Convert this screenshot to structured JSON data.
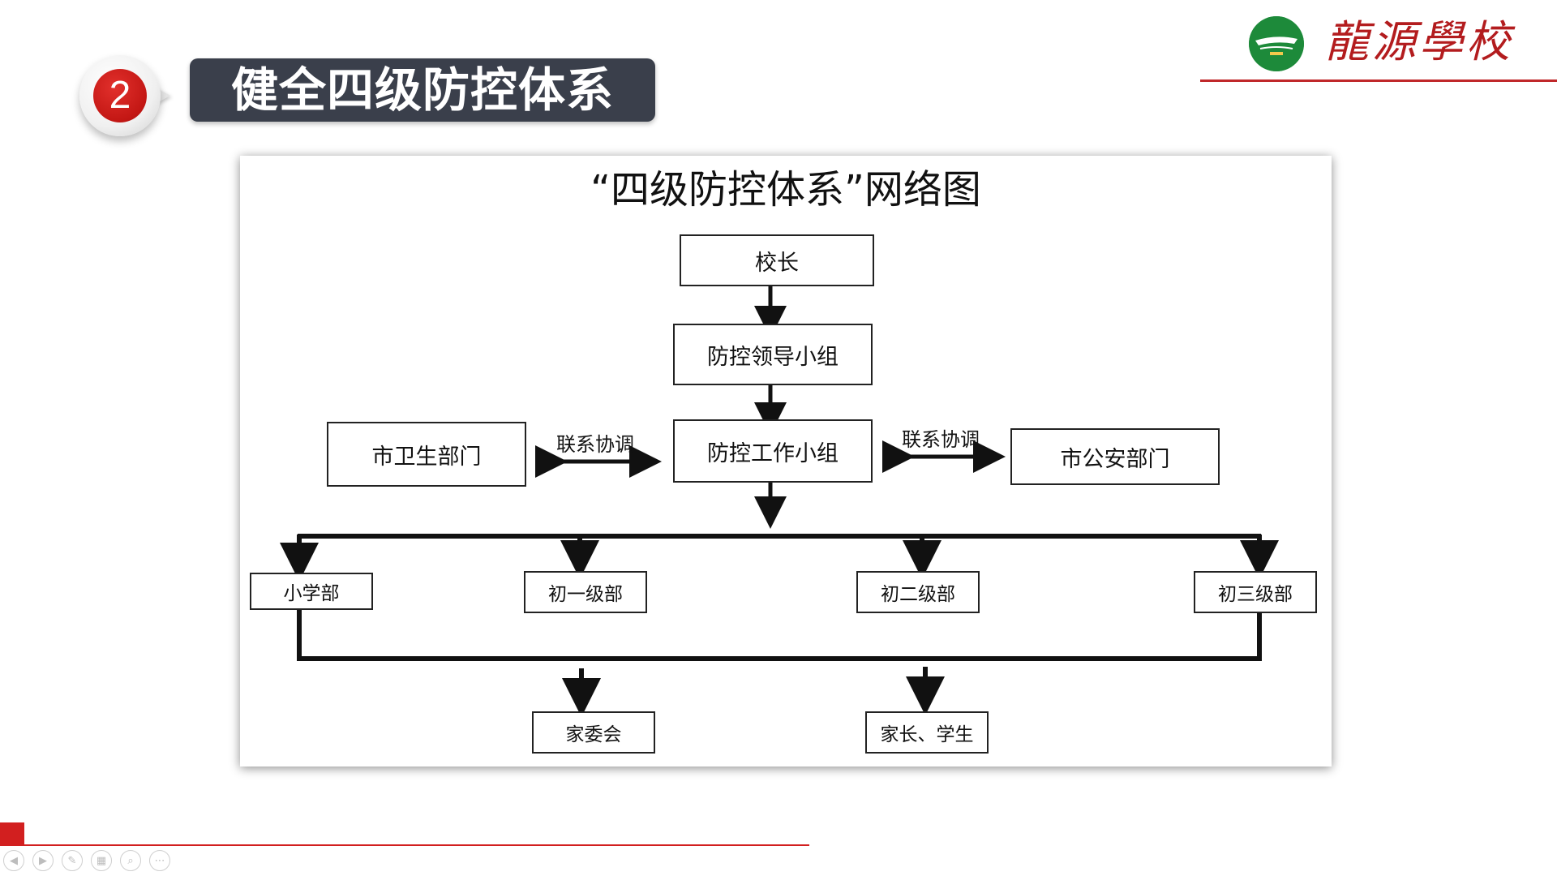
{
  "header": {
    "section_number": "2",
    "title": "健全四级防控体系"
  },
  "logo": {
    "text": "龍源學校",
    "icon": "school-emblem-icon",
    "accent_color": "#b31c1e"
  },
  "diagram": {
    "title": "“四级防控体系”网络图",
    "nodes": {
      "principal": "校长",
      "leadership_group": "防控领导小组",
      "working_group": "防控工作小组",
      "health_dept": "市卫生部门",
      "police_dept": "市公安部门",
      "primary_school": "小学部",
      "grade_7": "初一级部",
      "grade_8": "初二级部",
      "grade_9": "初三级部",
      "parents_committee": "家委会",
      "parents_students": "家长、学生"
    },
    "links": {
      "left_coordination": "联系协调",
      "right_coordination": "联系协调"
    }
  },
  "footer": {
    "nav_icons": [
      "prev-icon",
      "next-icon",
      "pen-icon",
      "slides-icon",
      "zoom-icon",
      "more-icon"
    ],
    "accent_color": "#d21f1f"
  }
}
